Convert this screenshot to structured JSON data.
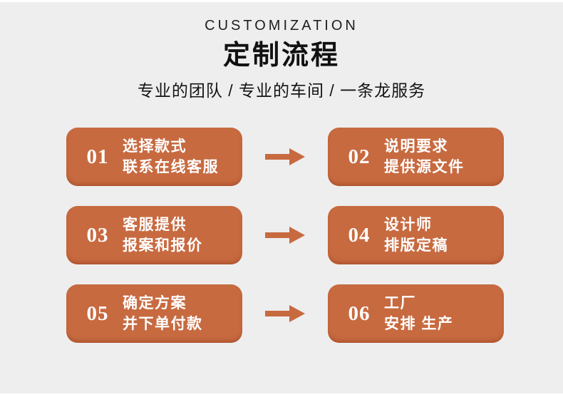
{
  "page": {
    "background_color": "#eeeeee",
    "accent_color": "#c76a40"
  },
  "header": {
    "eyebrow": "CUSTOMIZATION",
    "title": "定制流程",
    "subtitle": "专业的团队 / 专业的车间 / 一条龙服务"
  },
  "steps": [
    {
      "number": "01",
      "line1": "选择款式",
      "line2": "联系在线客服"
    },
    {
      "number": "02",
      "line1": "说明要求",
      "line2": "提供源文件"
    },
    {
      "number": "03",
      "line1": "客服提供",
      "line2": "报案和报价"
    },
    {
      "number": "04",
      "line1": "设计师",
      "line2": "排版定稿"
    },
    {
      "number": "05",
      "line1": "确定方案",
      "line2": "并下单付款"
    },
    {
      "number": "06",
      "line1": "工厂",
      "line2": "安排 生产"
    }
  ],
  "icons": {
    "arrow": "right-arrow"
  }
}
